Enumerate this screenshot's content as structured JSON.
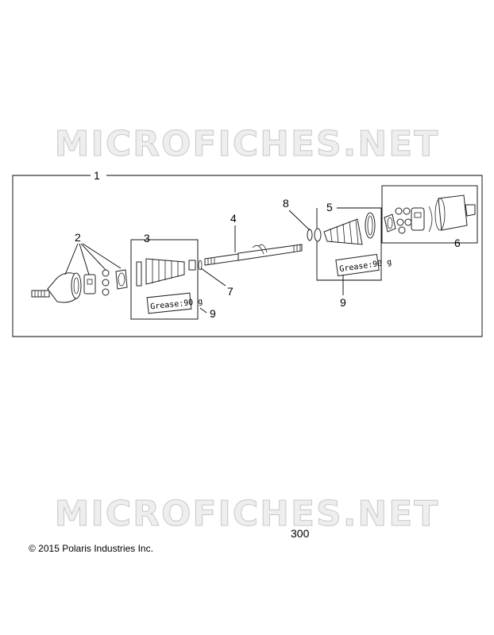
{
  "watermark": "MICROFICHES.NET",
  "callouts": {
    "c1": "1",
    "c2": "2",
    "c3": "3",
    "c4": "4",
    "c5": "5",
    "c6": "6",
    "c7": "7",
    "c8": "8",
    "c9a": "9",
    "c9b": "9"
  },
  "grease_labels": {
    "left": "Grease:90 g",
    "right": "Grease:90 g"
  },
  "page_number": "300",
  "copyright": "© 2015 Polaris Industries Inc.",
  "colors": {
    "line": "#222222",
    "watermark_stroke": "#c8c8c8",
    "background": "#ffffff"
  }
}
